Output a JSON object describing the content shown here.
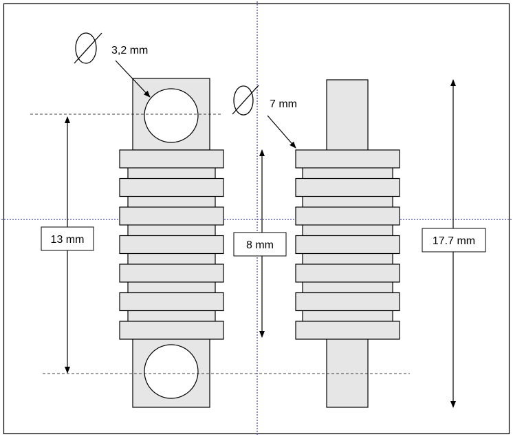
{
  "diagram": {
    "labels": {
      "hole_diameter": "3,2 mm",
      "body_diameter": "7 mm",
      "eyelet_spacing": "13 mm",
      "body_length": "8 mm",
      "overall_length": "17.7 mm"
    },
    "colors": {
      "part_fill": "#e6e6e6",
      "stroke": "#000000",
      "guide_line": "#1a1a8c",
      "frame": "#000000"
    },
    "parts": [
      {
        "name": "eyelet-terminal-part",
        "fin_count": 7
      },
      {
        "name": "pin-terminal-part",
        "fin_count": 7
      }
    ]
  }
}
